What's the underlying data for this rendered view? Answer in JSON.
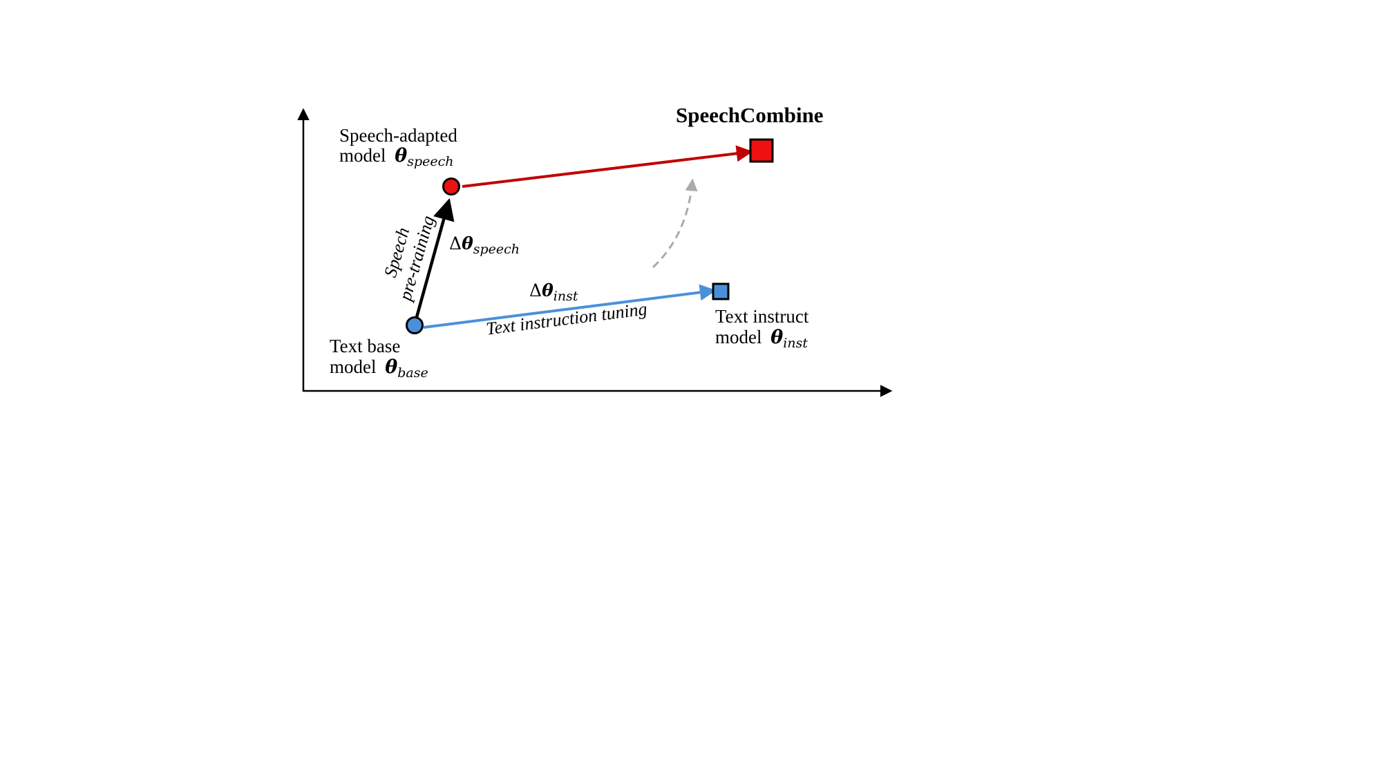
{
  "title": "SpeechCombine",
  "nodes": {
    "base": {
      "line1": "Text base",
      "line2": "model",
      "symbol": "θ",
      "sub": "base",
      "color": "#4a90d9"
    },
    "speech": {
      "line1": "Speech-adapted",
      "line2": "model",
      "symbol": "θ",
      "sub": "speech",
      "color": "#ee1111"
    },
    "inst": {
      "line1": "Text instruct",
      "line2": "model",
      "symbol": "θ",
      "sub": "inst",
      "color": "#4a90d9"
    },
    "combine": {
      "color": "#ee1111"
    }
  },
  "edges": {
    "speech_pretraining": {
      "line1": "Speech",
      "line2": "pre-training",
      "delta": "Δ",
      "symbol": "θ",
      "sub": "speech",
      "color": "#000000"
    },
    "text_instruction": {
      "label": "Text instruction tuning",
      "delta": "Δ",
      "symbol": "θ",
      "sub": "inst",
      "color": "#4a90d9"
    },
    "combine_edge": {
      "color": "#c00000"
    },
    "hint_arrow": {
      "color": "#aaaaaa"
    }
  }
}
